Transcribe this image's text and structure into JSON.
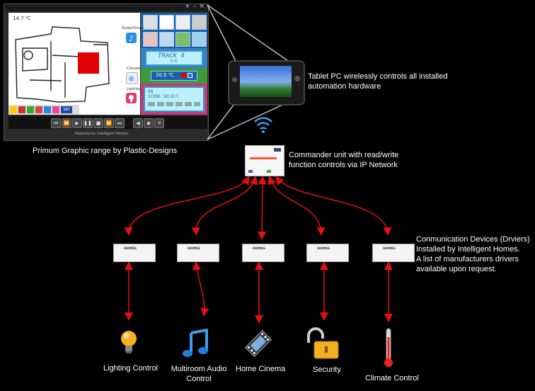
{
  "ui_panel": {
    "window_buttons": "+ - ×",
    "temperature": "14.7 ℃",
    "side_labels": [
      "Audio/Visual",
      "Climate",
      "Lighting"
    ],
    "track_display": "TRACK 4",
    "track_sub": "0:0",
    "climate_display": "20.5 ℃",
    "lighting_display_line1": "ON",
    "lighting_display_line2": "SCENE SELECT",
    "nav_label": "SKY",
    "powered_by": "Powered by Intelligent Homes"
  },
  "captions": {
    "panel": "Primum Graphic range by Plastic-Designs",
    "tablet_line1": "Tablet PC wirelessly controls all installed",
    "tablet_line2": "automation hardware",
    "commander_line1": "Commander unit with read/write",
    "commander_line2": "function controls via IP Network",
    "comm_line1": "Conmunication Devices (Drviers)",
    "comm_line2": "Installed by Intelligent Homes.",
    "comm_line3": "A list of manufacturers drivers",
    "comm_line4": "available upon request."
  },
  "device_brand": "IHOMES",
  "endpoints": [
    {
      "label": "Lighting Control",
      "icon": "light-bulb-icon"
    },
    {
      "label": "Multiroom Audio Control",
      "icon": "music-note-icon"
    },
    {
      "label": "Home Cinema",
      "icon": "film-reel-icon"
    },
    {
      "label": "Security",
      "icon": "padlock-icon"
    },
    {
      "label": "Climate Control",
      "icon": "thermometer-icon"
    }
  ],
  "colors": {
    "arrow": "#e41010",
    "background": "#000000",
    "panel_accent": "#1f5fa0"
  }
}
